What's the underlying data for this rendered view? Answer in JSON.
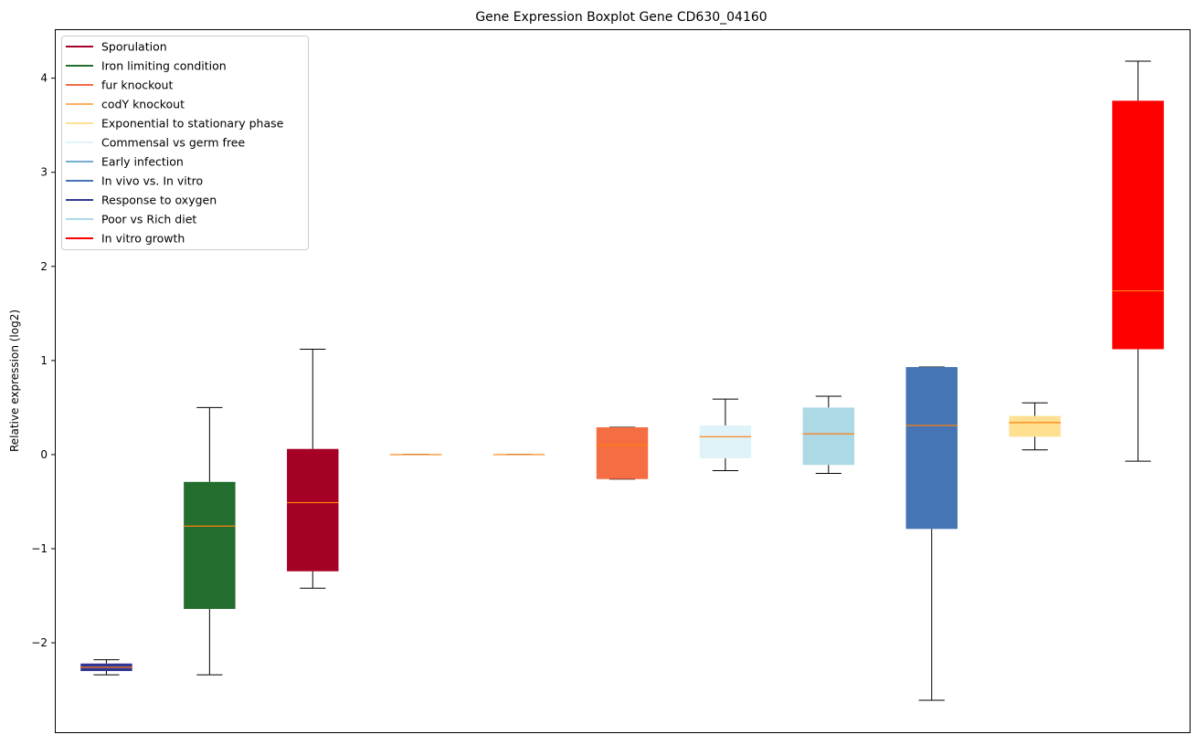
{
  "chart_data": {
    "type": "boxplot",
    "title": "Gene Expression Boxplot Gene CD630_04160",
    "xlabel": "",
    "ylabel": "Relative expression (log2)",
    "ylim": [
      -2.95,
      4.52
    ],
    "xlim": [
      0.5,
      11.5
    ],
    "yticks": [
      -2,
      -1,
      0,
      1,
      2,
      3,
      4
    ],
    "ytick_labels": [
      "−2",
      "−1",
      "0",
      "1",
      "2",
      "3",
      "4"
    ],
    "grid": false,
    "legend_position": "top-left",
    "median_color": "#ff7f0e",
    "legend": [
      {
        "label": "Sporulation",
        "color": "#a50026"
      },
      {
        "label": "Iron limiting condition",
        "color": "#236e2e"
      },
      {
        "label": "fur knockout",
        "color": "#f46d43"
      },
      {
        "label": "codY knockout",
        "color": "#fdae61"
      },
      {
        "label": "Exponential to stationary phase",
        "color": "#fee090"
      },
      {
        "label": "Commensal vs germ free",
        "color": "#e0f3f8"
      },
      {
        "label": "Early infection",
        "color": "#74add1"
      },
      {
        "label": "In vivo vs. In vitro",
        "color": "#4575b4"
      },
      {
        "label": "Response to oxygen",
        "color": "#313695"
      },
      {
        "label": "Poor vs Rich diet",
        "color": "#abd9e9"
      },
      {
        "label": "In vitro growth",
        "color": "#ff0000"
      }
    ],
    "boxes": [
      {
        "group": "Response to oxygen",
        "color": "#313695",
        "whislo": -2.34,
        "q1": -2.3,
        "med": -2.26,
        "q3": -2.22,
        "whishi": -2.18
      },
      {
        "group": "Iron limiting condition",
        "color": "#236e2e",
        "whislo": -2.34,
        "q1": -1.64,
        "med": -0.76,
        "q3": -0.29,
        "whishi": 0.5
      },
      {
        "group": "Sporulation",
        "color": "#a50026",
        "whislo": -1.42,
        "q1": -1.24,
        "med": -0.51,
        "q3": 0.06,
        "whishi": 1.12
      },
      {
        "group": "codY knockout",
        "color": "#fdae61",
        "whislo": 0,
        "q1": 0,
        "med": 0,
        "q3": 0,
        "whishi": 0
      },
      {
        "group": "Early infection",
        "color": "#74add1",
        "whislo": 0,
        "q1": 0,
        "med": 0,
        "q3": 0,
        "whishi": 0
      },
      {
        "group": "fur knockout",
        "color": "#f46d43",
        "whislo": -0.26,
        "q1": -0.26,
        "med": 0.1,
        "q3": 0.29,
        "whishi": 0.29
      },
      {
        "group": "Commensal vs germ free",
        "color": "#e0f3f8",
        "whislo": -0.17,
        "q1": -0.04,
        "med": 0.19,
        "q3": 0.31,
        "whishi": 0.59
      },
      {
        "group": "Poor vs Rich diet",
        "color": "#add8e6",
        "whislo": -0.2,
        "q1": -0.11,
        "med": 0.22,
        "q3": 0.5,
        "whishi": 0.62
      },
      {
        "group": "In vivo vs. In vitro",
        "color": "#4575b4",
        "whislo": -2.61,
        "q1": -0.79,
        "med": 0.31,
        "q3": 0.93,
        "whishi": 0.93
      },
      {
        "group": "Exponential to stationary phase",
        "color": "#fee090",
        "whislo": 0.05,
        "q1": 0.19,
        "med": 0.34,
        "q3": 0.41,
        "whishi": 0.55
      },
      {
        "group": "In vitro growth",
        "color": "#ff0000",
        "whislo": -0.07,
        "q1": 1.12,
        "med": 1.74,
        "q3": 3.76,
        "whishi": 4.18
      }
    ]
  }
}
